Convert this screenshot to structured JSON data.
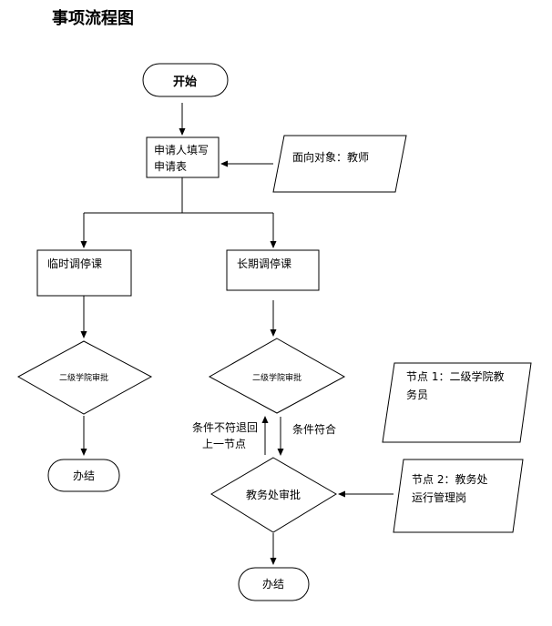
{
  "title": "事项流程图",
  "nodes": {
    "start": "开始",
    "apply_line1": "申请人填写",
    "apply_line2": "申请表",
    "target_note": "面向对象：教师",
    "temp_course": "临时调停课",
    "long_course": "长期调停课",
    "college_review_left": "二级学院审批",
    "college_review_right": "二级学院审批",
    "end_left": "办结",
    "academic_review": "教务处审批",
    "end_bottom": "办结",
    "node1_line1": "节点 1：二级学院教",
    "node1_line2": "务员",
    "node2_line1": "节点 2：教务处",
    "node2_line2": "运行管理岗"
  },
  "edge_labels": {
    "not_met_line1": "条件不符退回",
    "not_met_line2": "上一节点",
    "met": "条件符合"
  }
}
